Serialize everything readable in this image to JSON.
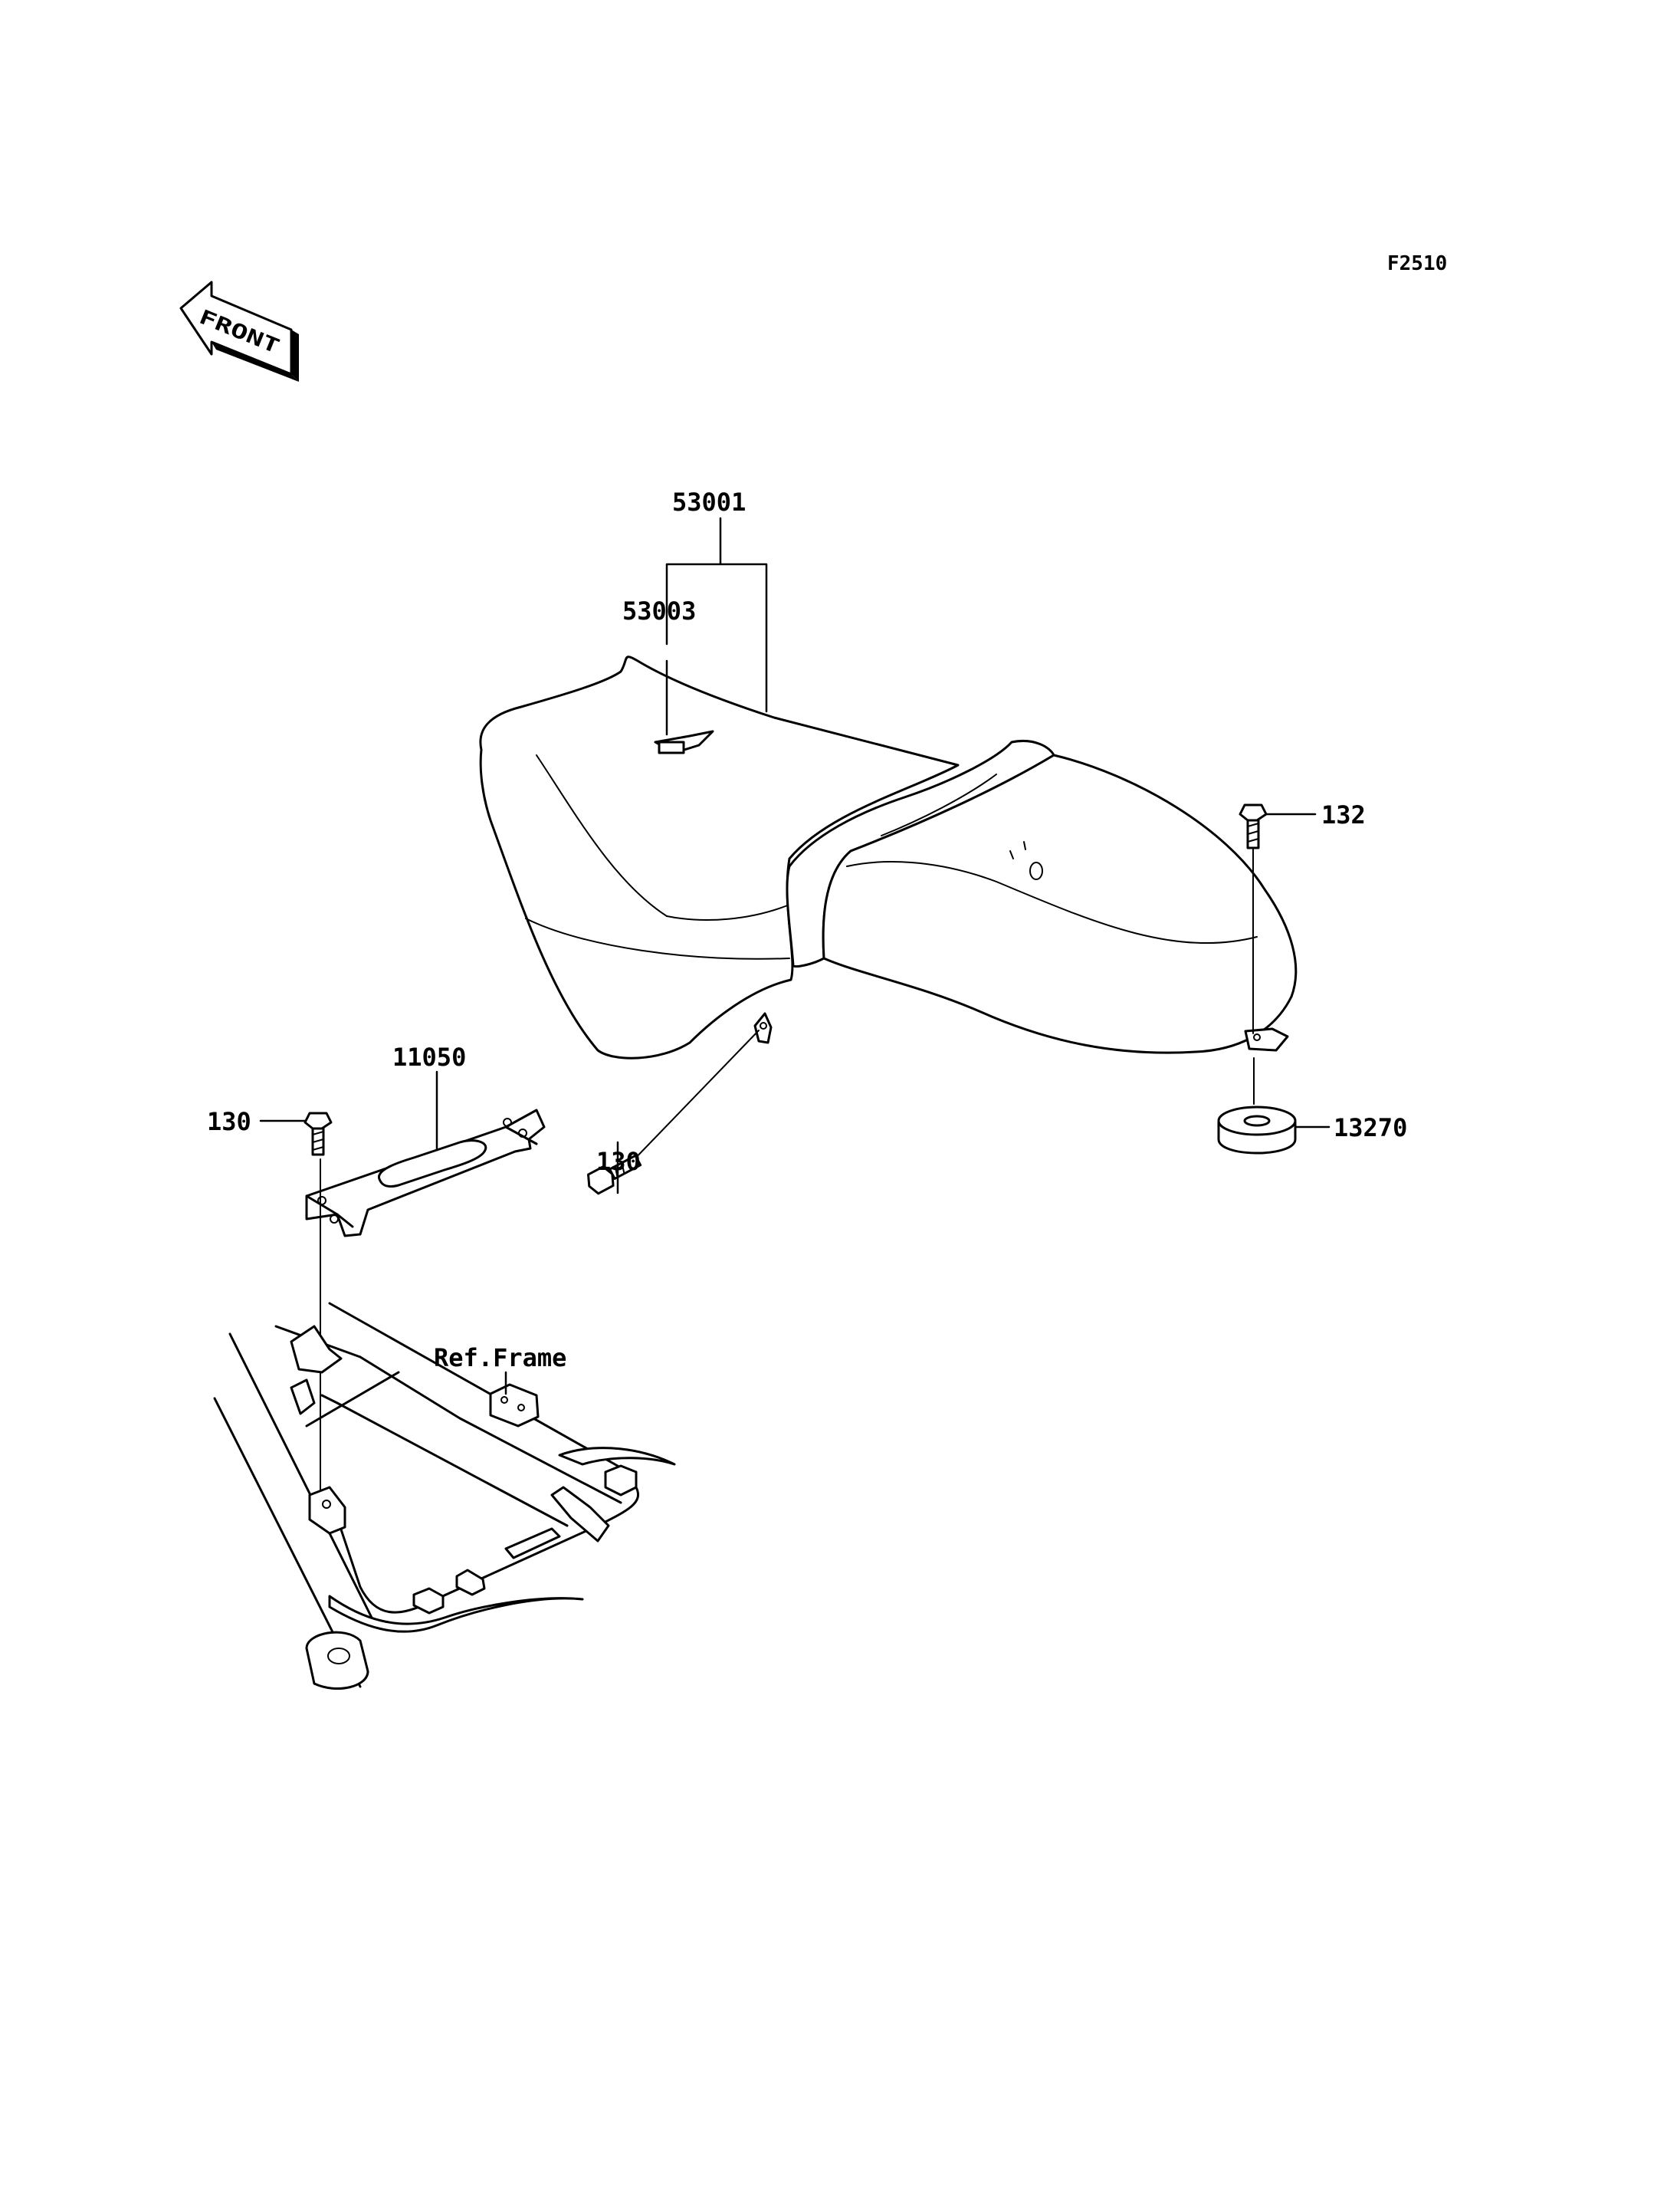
{
  "diagram_code": "F2510",
  "front_label": "FRONT",
  "callouts": {
    "seat_assy": "53001",
    "seat_cover": "53003",
    "bolt_rear": "132",
    "damper": "13270",
    "bracket": "11050",
    "bolt_bracket": "130",
    "bolt_seat": "130",
    "ref_frame": "Ref.Frame"
  }
}
